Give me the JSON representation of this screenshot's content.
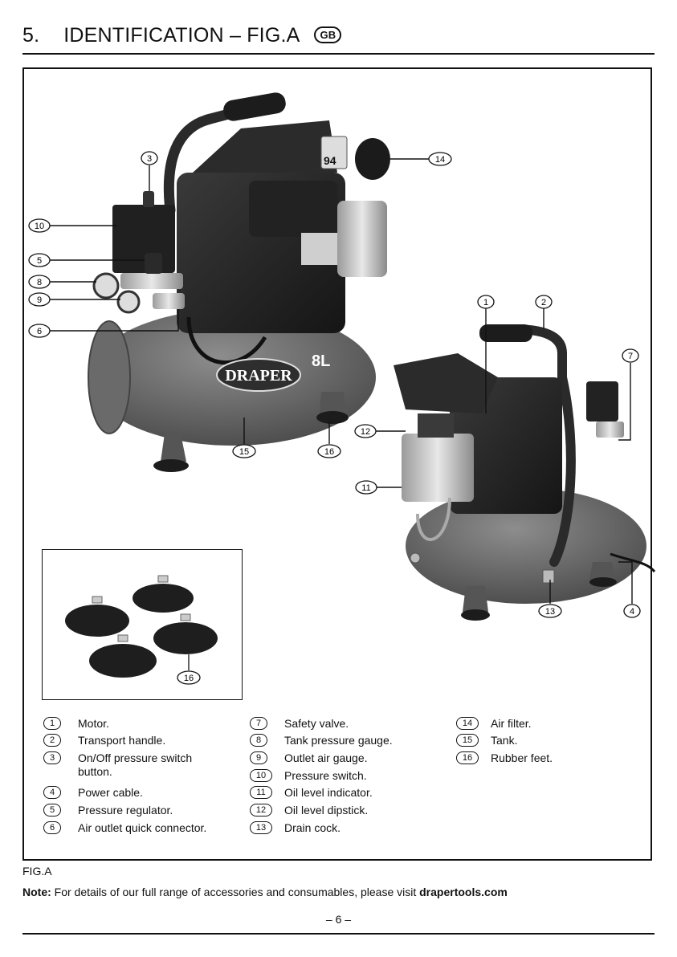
{
  "header": {
    "number": "5.",
    "title": "IDENTIFICATION – FIG.A",
    "lang_badge": "GB"
  },
  "product_text": {
    "brand": "DRAPER",
    "capacity": "8L",
    "db_value": "94"
  },
  "callouts": [
    "1",
    "2",
    "3",
    "4",
    "5",
    "6",
    "7",
    "8",
    "9",
    "10",
    "11",
    "12",
    "13",
    "14",
    "15",
    "16"
  ],
  "inset_callout": "16",
  "legend": {
    "col1": [
      {
        "num": "1",
        "label": "Motor."
      },
      {
        "num": "2",
        "label": "Transport handle."
      },
      {
        "num": "3",
        "label": "On/Off pressure switch button."
      },
      {
        "num": "4",
        "label": "Power cable."
      },
      {
        "num": "5",
        "label": "Pressure regulator."
      },
      {
        "num": "6",
        "label": "Air outlet quick connector."
      }
    ],
    "col2": [
      {
        "num": "7",
        "label": "Safety valve."
      },
      {
        "num": "8",
        "label": "Tank pressure gauge."
      },
      {
        "num": "9",
        "label": "Outlet air gauge."
      },
      {
        "num": "10",
        "label": "Pressure switch."
      },
      {
        "num": "11",
        "label": "Oil level indicator."
      },
      {
        "num": "12",
        "label": "Oil level dipstick."
      },
      {
        "num": "13",
        "label": "Drain cock."
      }
    ],
    "col3": [
      {
        "num": "14",
        "label": "Air filter."
      },
      {
        "num": "15",
        "label": "Tank."
      },
      {
        "num": "16",
        "label": "Rubber feet."
      }
    ]
  },
  "figure_caption": "FIG.A",
  "note": {
    "prefix": "Note:",
    "text": " For details of our full range of accessories and consumables, please visit ",
    "link": "drapertools.com"
  },
  "page_number": "– 6 –"
}
